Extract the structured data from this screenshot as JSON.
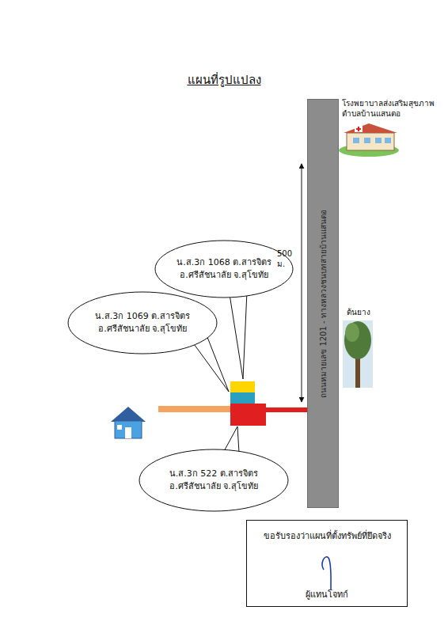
{
  "diagram": {
    "title": "แผนที่รูปแปลง",
    "nodes": [
      {
        "text": [
          "ถนนหมายเลข 1201 - ทางหลวงชนบทสายบ้านแสนตอ"
        ]
      },
      {
        "text": [
          "น.ส.3ก 1068 ต.สารจิตร อ.ศรีสัชนาลัย จ.สุโขทัย"
        ]
      },
      {
        "text": [
          "น.ส.3ก 1069 ต.สารจิตร อ.ศรีสัชนาลัย จ.สุโขทัย"
        ]
      },
      {
        "text": [
          "น.ส.3ก 522 ต.สารจิตร อ.ศรีสัชนาลัย จ.สุโขทัย"
        ]
      },
      {
        "text": [
          "ขอรับรองว่าแผนที่ตั้งทรัพย์ที่ยึดจริง",
          "ผู้แทนโจทก์"
        ]
      }
    ],
    "labels": [
      "โรงพยาบาลส่งเสริมสุขภาพ ตำบลบ้านแสนตอ",
      "500 ม.",
      "ต้นยาง"
    ]
  }
}
